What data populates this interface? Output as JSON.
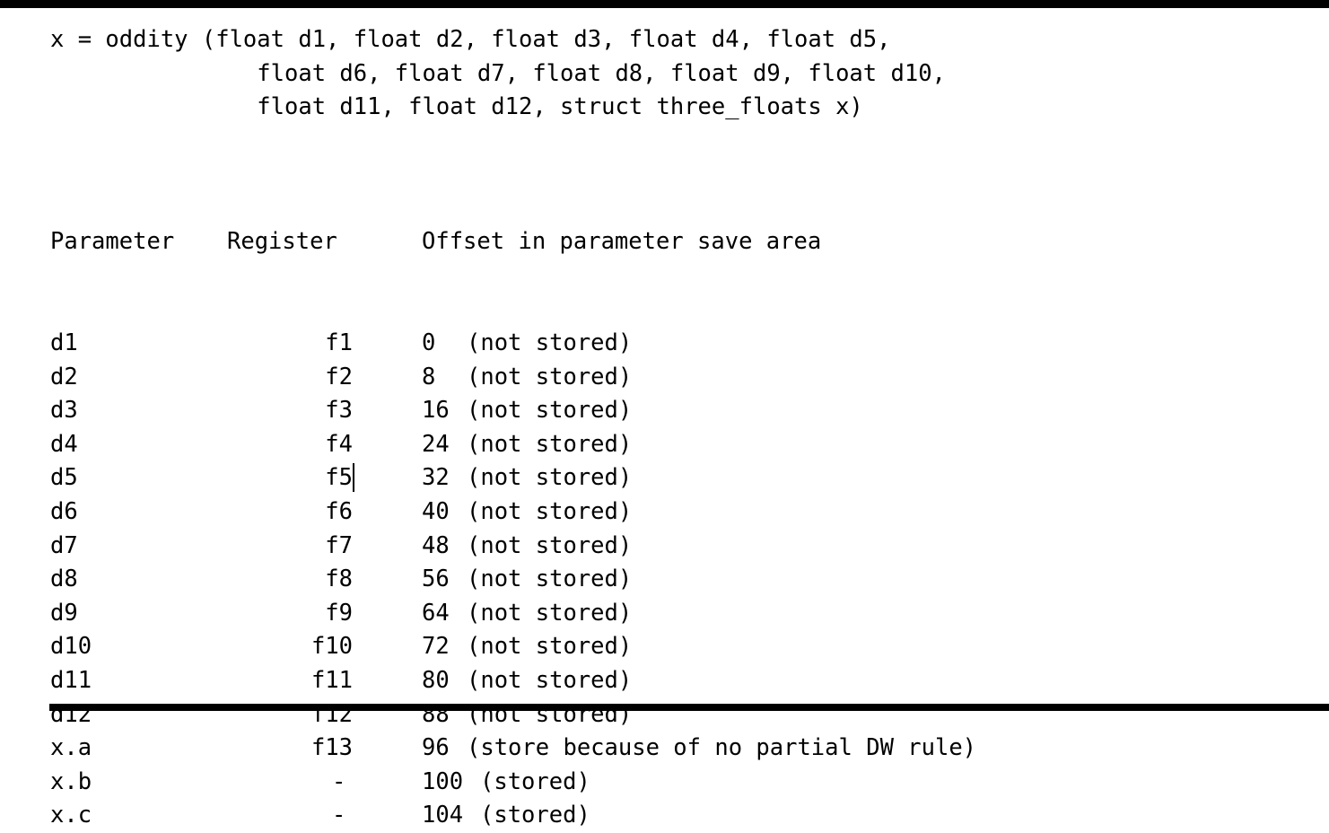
{
  "figure": {
    "signature": [
      "x = oddity (float d1, float d2, float d3, float d4, float d5,",
      "               float d6, float d7, float d8, float d9, float d10,",
      "               float d11, float d12, struct three_floats x)"
    ],
    "table": {
      "headers": {
        "parameter": "Parameter",
        "register": "Register",
        "offset": "Offset in parameter save area"
      },
      "rows": [
        {
          "parameter": "d1",
          "register": "f1",
          "offset": "0",
          "note": "(not stored)"
        },
        {
          "parameter": "d2",
          "register": "f2",
          "offset": "8",
          "note": "(not stored)"
        },
        {
          "parameter": "d3",
          "register": "f3",
          "offset": "16",
          "note": "(not stored)"
        },
        {
          "parameter": "d4",
          "register": "f4",
          "offset": "24",
          "note": "(not stored)"
        },
        {
          "parameter": "d5",
          "register": "f5",
          "offset": "32",
          "note": "(not stored)"
        },
        {
          "parameter": "d6",
          "register": "f6",
          "offset": "40",
          "note": "(not stored)"
        },
        {
          "parameter": "d7",
          "register": "f7",
          "offset": "48",
          "note": "(not stored)"
        },
        {
          "parameter": "d8",
          "register": "f8",
          "offset": "56",
          "note": "(not stored)"
        },
        {
          "parameter": "d9",
          "register": "f9",
          "offset": "64",
          "note": "(not stored)"
        },
        {
          "parameter": "d10",
          "register": "f10",
          "offset": "72",
          "note": "(not stored)"
        },
        {
          "parameter": "d11",
          "register": "f11",
          "offset": "80",
          "note": "(not stored)"
        },
        {
          "parameter": "d12",
          "register": "f12",
          "offset": "88",
          "note": "(not stored)"
        },
        {
          "parameter": "x.a",
          "register": "f13",
          "offset": "96",
          "note": "(store because of no partial DW rule)"
        },
        {
          "parameter": "x.b",
          "register": "-",
          "offset": "100",
          "note": "(stored)"
        },
        {
          "parameter": "x.c",
          "register": "-",
          "offset": "104",
          "note": "(stored)"
        }
      ]
    },
    "caret": {
      "row_index": 4,
      "after": "f5"
    },
    "colors": {
      "text": "#000000",
      "background": "#ffffff",
      "rule": "#000000"
    }
  }
}
